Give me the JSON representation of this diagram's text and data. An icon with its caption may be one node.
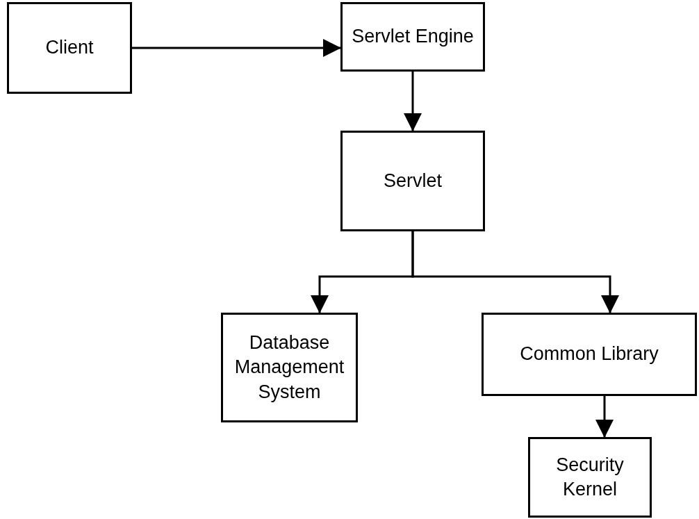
{
  "diagram": {
    "nodes": [
      {
        "text": [
          "Client"
        ]
      },
      {
        "text": [
          "Servlet Engine"
        ]
      },
      {
        "text": [
          "Servlet"
        ]
      },
      {
        "text": [
          "Database Management System"
        ]
      },
      {
        "text": [
          "Common Library"
        ]
      },
      {
        "text": [
          "Security Kernel"
        ]
      }
    ],
    "edges": [
      {
        "from": 0,
        "to": 1,
        "arrow": "to"
      },
      {
        "from": 1,
        "to": 2,
        "arrow": "to"
      },
      {
        "from": 2,
        "to": 3,
        "arrow": "to"
      },
      {
        "from": 2,
        "to": 4,
        "arrow": "to"
      },
      {
        "from": 4,
        "to": 5,
        "arrow": "to"
      }
    ]
  }
}
